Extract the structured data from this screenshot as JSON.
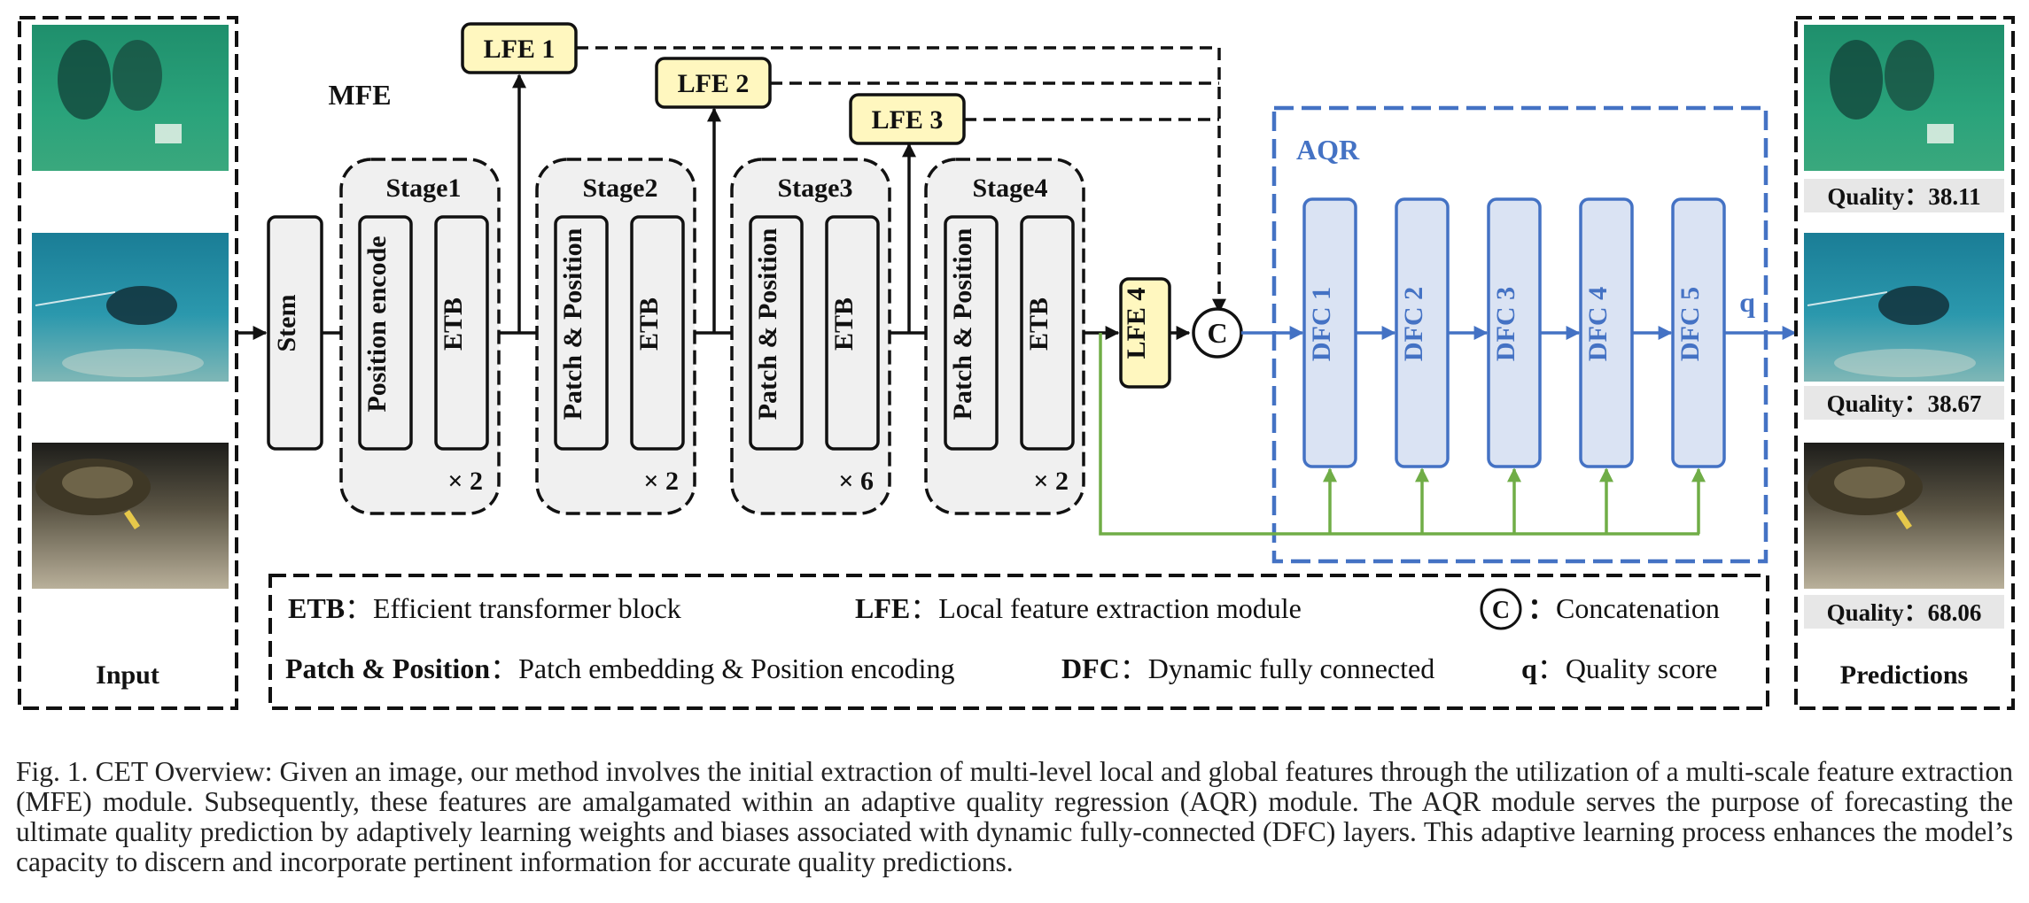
{
  "colors": {
    "ink": "#111111",
    "box_fill": "#f0f0f0",
    "lfe_fill": "#fff7bf",
    "aqr_blue": "#4472c4",
    "dfc_fill": "#dae3f3",
    "skip_green": "#70ad47",
    "quality_label_bg": "#e7e7e7"
  },
  "input": {
    "label": "Input",
    "images": [
      {
        "icon": "underwater-divers-photo"
      },
      {
        "icon": "underwater-snorkeler-photo"
      },
      {
        "icon": "seabed-nudibranch-photo"
      }
    ]
  },
  "mfe": {
    "label": "MFE",
    "stem": "Stem",
    "stages": [
      {
        "title": "Stage1",
        "first": "Position encode",
        "second": "ETB",
        "repeat": "× 2"
      },
      {
        "title": "Stage2",
        "first": "Patch & Position",
        "second": "ETB",
        "repeat": "× 2"
      },
      {
        "title": "Stage3",
        "first": "Patch & Position",
        "second": "ETB",
        "repeat": "× 6"
      },
      {
        "title": "Stage4",
        "first": "Patch & Position",
        "second": "ETB",
        "repeat": "× 2"
      }
    ],
    "lfe": [
      "LFE 1",
      "LFE 2",
      "LFE 3",
      "LFE 4"
    ],
    "concat_symbol": "C"
  },
  "aqr": {
    "label": "AQR",
    "dfc": [
      "DFC 1",
      "DFC 2",
      "DFC 3",
      "DFC 4",
      "DFC 5"
    ],
    "output": "q"
  },
  "predictions": {
    "label": "Predictions",
    "items": [
      {
        "quality": "Quality：38.11"
      },
      {
        "quality": "Quality：38.67"
      },
      {
        "quality": "Quality：68.06"
      }
    ]
  },
  "legend": {
    "etb_key": "ETB",
    "etb_desc": "Efficient transformer block",
    "lfe_key": "LFE",
    "lfe_desc": "Local feature extraction module",
    "concat_symbol": "C",
    "concat_desc": "Concatenation",
    "patch_key": "Patch & Position",
    "patch_desc": "Patch embedding & Position encoding",
    "dfc_key": "DFC",
    "dfc_desc": "Dynamic fully connected",
    "q_key": "q",
    "q_desc": "Quality score"
  },
  "caption": "Fig. 1.  CET Overview: Given an image, our method involves the initial extraction of multi-level local and global features through the utilization of a multi-scale feature extraction (MFE) module. Subsequently, these features are amalgamated within an adaptive quality regression (AQR) module. The AQR module serves the purpose of forecasting the ultimate quality prediction by adaptively learning weights and biases associated with dynamic fully-connected (DFC) layers. This adaptive learning process enhances the model’s capacity to discern and incorporate pertinent information for accurate quality predictions."
}
